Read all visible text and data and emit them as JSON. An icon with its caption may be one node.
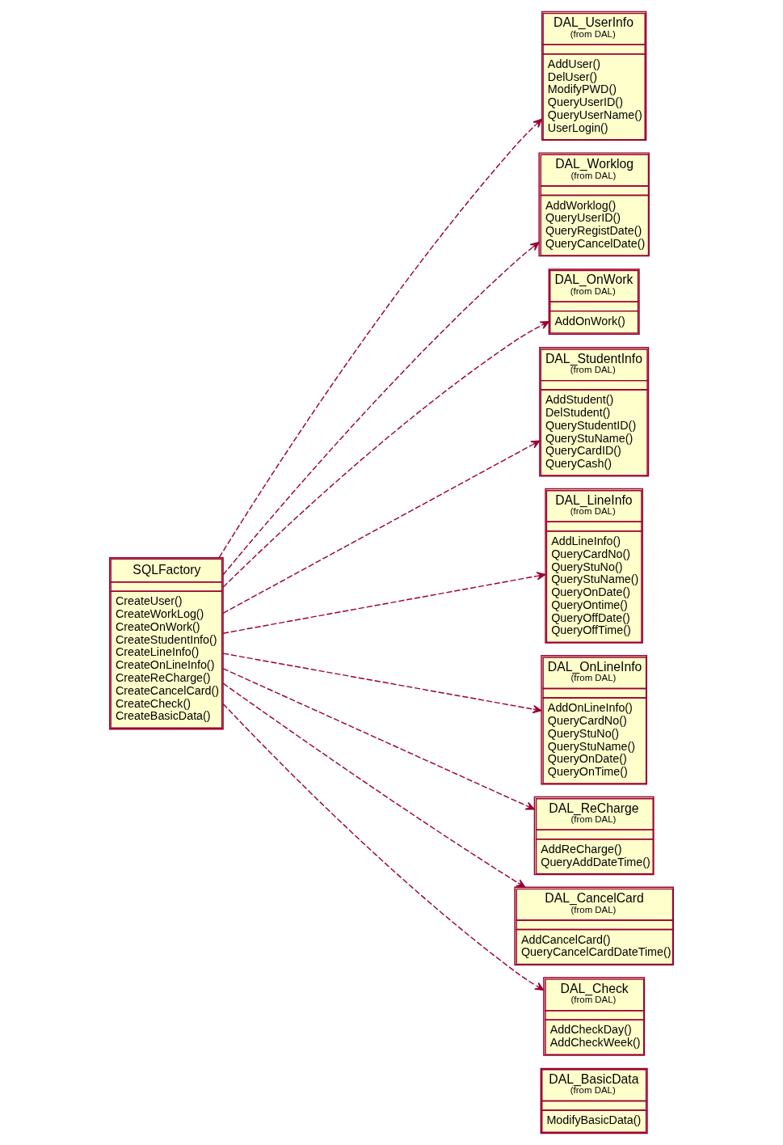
{
  "diagram": {
    "nodes": [
      {
        "text": [
          "SQLFactory",
          "CreateUser()",
          "CreateWorkLog()",
          "CreateOnWork()",
          "CreateStudentInfo()",
          "CreateLineInfo()",
          "CreateOnLineInfo()",
          "CreateReCharge()",
          "CreateCancelCard()",
          "CreateCheck()",
          "CreateBasicData()"
        ]
      },
      {
        "text": [
          "DAL_UserInfo",
          "(from DAL)",
          "AddUser()",
          "DelUser()",
          "ModifyPWD()",
          "QueryUserID()",
          "QueryUserName()",
          "UserLogin()"
        ]
      },
      {
        "text": [
          "DAL_Worklog",
          "(from DAL)",
          "AddWorklog()",
          "QueryUserID()",
          "QueryRegistDate()",
          "QueryCancelDate()"
        ]
      },
      {
        "text": [
          "DAL_OnWork",
          "(from DAL)",
          "AddOnWork()"
        ]
      },
      {
        "text": [
          "DAL_StudentInfo",
          "(from DAL)",
          "AddStudent()",
          "DelStudent()",
          "QueryStudentID()",
          "QueryStuName()",
          "QueryCardID()",
          "QueryCash()"
        ]
      },
      {
        "text": [
          "DAL_LineInfo",
          "(from DAL)",
          "AddLineInfo()",
          "QueryCardNo()",
          "QueryStuNo()",
          "QueryStuName()",
          "QueryOnDate()",
          "QueryOntime()",
          "QueryOffDate()",
          "QueryOffTime()"
        ]
      },
      {
        "text": [
          "DAL_OnLineInfo",
          "(from DAL)",
          "AddOnLineInfo()",
          "QueryCardNo()",
          "QueryStuNo()",
          "QueryStuName()",
          "QueryOnDate()",
          "QueryOnTime()"
        ]
      },
      {
        "text": [
          "DAL_ReCharge",
          "(from DAL)",
          "AddReCharge()",
          "QueryAddDateTime()"
        ]
      },
      {
        "text": [
          "DAL_CancelCard",
          "(from DAL)",
          "AddCancelCard()",
          "QueryCancelCardDateTime()"
        ]
      },
      {
        "text": [
          "DAL_Check",
          "(from DAL)",
          "AddCheckDay()",
          "AddCheckWeek()"
        ]
      },
      {
        "text": [
          "DAL_BasicData",
          "(from DAL)",
          "ModifyBasicData()"
        ]
      }
    ],
    "edges": [
      {
        "from": 0,
        "to": 1,
        "arrow": "to",
        "style": "dashed"
      },
      {
        "from": 0,
        "to": 2,
        "arrow": "to",
        "style": "dashed"
      },
      {
        "from": 0,
        "to": 3,
        "arrow": "to",
        "style": "dashed"
      },
      {
        "from": 0,
        "to": 4,
        "arrow": "to",
        "style": "dashed"
      },
      {
        "from": 0,
        "to": 5,
        "arrow": "to",
        "style": "dashed"
      },
      {
        "from": 0,
        "to": 6,
        "arrow": "to",
        "style": "dashed"
      },
      {
        "from": 0,
        "to": 7,
        "arrow": "to",
        "style": "dashed"
      },
      {
        "from": 0,
        "to": 8,
        "arrow": "to",
        "style": "dashed"
      },
      {
        "from": 0,
        "to": 9,
        "arrow": "to",
        "style": "dashed"
      }
    ]
  }
}
